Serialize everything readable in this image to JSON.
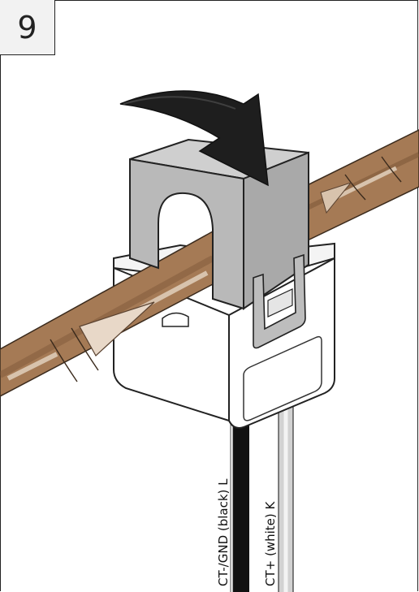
{
  "step": {
    "number": "9"
  },
  "wires": {
    "black_label": "CT-/GND (black) L",
    "white_label": "CT+ (white) K"
  },
  "colors": {
    "pipe": "#a57a55",
    "pipe_dark": "#7d5637",
    "pipe_highlight": "#d8c3ad",
    "clamp_top": "#b9b9b9",
    "clamp_body": "#ffffff",
    "arrow": "#1e1e1e",
    "black_wire": "#111111",
    "white_wire": "#cfcfcf"
  },
  "icons": [
    "rotation-arrow-icon",
    "flow-direction-arrow-icon"
  ]
}
